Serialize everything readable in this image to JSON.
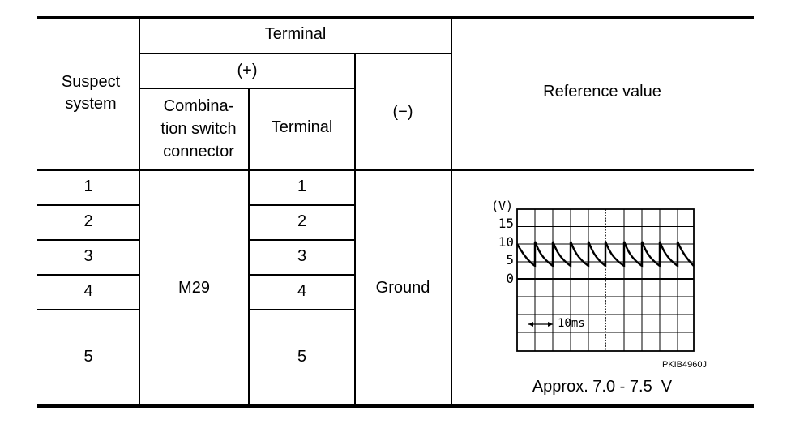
{
  "header": {
    "suspect_system": "Suspect system",
    "terminal": "Terminal",
    "plus": "(+)",
    "combination_switch_connector": "Combina-tion switch connector",
    "terminal_sub": "Terminal",
    "minus": "(−)",
    "reference_value": "Reference value"
  },
  "rows": [
    {
      "system": "1",
      "terminal": "1"
    },
    {
      "system": "2",
      "terminal": "2"
    },
    {
      "system": "3",
      "terminal": "3"
    },
    {
      "system": "4",
      "terminal": "4"
    },
    {
      "system": "5",
      "terminal": "5"
    }
  ],
  "connector": "M29",
  "ground": "Ground",
  "scope": {
    "unit_label": "(V)",
    "y_ticks": [
      "15",
      "10",
      "5",
      "0"
    ],
    "time_label": "10ms",
    "figure_code": "PKIB4960J"
  },
  "reference_text": "Approx. 7.0 - 7.5  V"
}
